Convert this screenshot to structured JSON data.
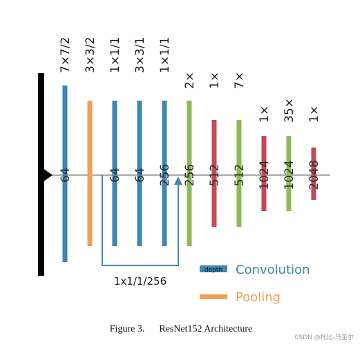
{
  "colors": {
    "convolution": "#3b87b1",
    "pooling": "#f2a057",
    "stage_green": "#8fb957",
    "stage_red": "#c24b57",
    "input_bar": "#000000",
    "axis": "#8c8c8c"
  },
  "layers": [
    {
      "kind": "convolution",
      "top_label": "7×7/2",
      "depth": "64"
    },
    {
      "kind": "pooling",
      "top_label": "3×3/2",
      "depth": ""
    },
    {
      "kind": "convolution",
      "top_label": "1×1/1",
      "depth": "64"
    },
    {
      "kind": "convolution",
      "top_label": "3×3/1",
      "depth": "64"
    },
    {
      "kind": "convolution",
      "top_label": "1×1/1",
      "depth": "256"
    },
    {
      "kind": "stage_green",
      "top_label": "2×",
      "depth": "256"
    },
    {
      "kind": "stage_red",
      "top_label": "1×",
      "depth": "512"
    },
    {
      "kind": "stage_green",
      "top_label": "7×",
      "depth": "512"
    },
    {
      "kind": "stage_red",
      "top_label": "1×",
      "depth": "1024"
    },
    {
      "kind": "stage_green",
      "top_label": "35×",
      "depth": "1024"
    },
    {
      "kind": "stage_red",
      "top_label": "1×",
      "depth": "2048"
    }
  ],
  "skip_connection": {
    "label": "1x1/1/256"
  },
  "legend": {
    "badge": "depth",
    "convolution": "Convolution",
    "pooling": "Pooling"
  },
  "caption": {
    "figure": "Figure 3.",
    "title": "ResNet152  Architecture"
  },
  "watermark": "CSDN @托比-马奎尔"
}
